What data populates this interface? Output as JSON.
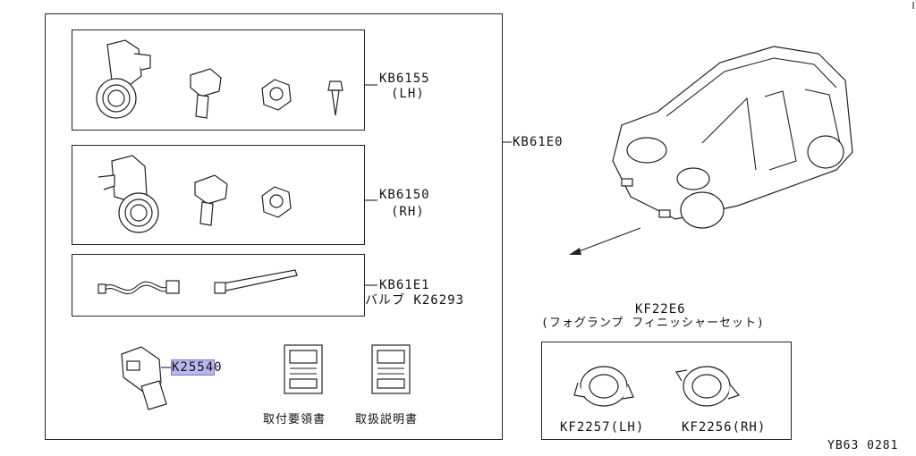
{
  "diagram": {
    "labels": {
      "kit_main": "KB61E0",
      "kit_lh": "KB6155",
      "kit_lh_side": "(LH)",
      "kit_rh": "KB6150",
      "kit_rh_side": "(RH)",
      "kit_wiring": "KB61E1",
      "bulb_note": "バルブ K26293",
      "switch_part_prefix": "K2554",
      "switch_part_suffix": "0",
      "install_manual": "取付要領書",
      "operation_manual": "取扱説明書",
      "finisher_code": "KF22E6",
      "finisher_desc": "(フォグランプ フィニッシャーセット)",
      "finisher_lh": "KF2257(LH)",
      "finisher_rh": "KF2256(RH)",
      "figure_id": "YB63 0281"
    }
  },
  "colors": {
    "highlight": "#b9b8ee",
    "line": "#222222",
    "background": "#ffffff"
  }
}
